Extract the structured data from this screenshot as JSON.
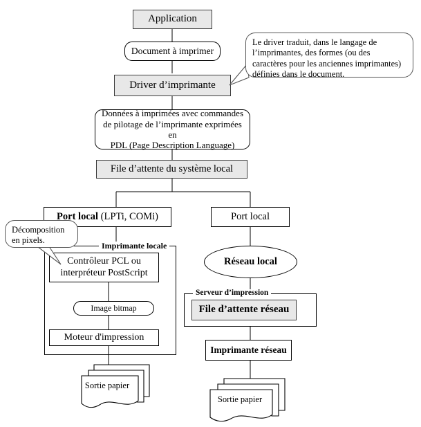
{
  "diagram": {
    "title": "Chaine d'impression locale et reseau",
    "colors": {
      "shaded_fill": "#e8e8e8",
      "line": "#000000",
      "box_fill": "#ffffff"
    }
  },
  "nodes": {
    "application": {
      "label": "Application"
    },
    "document": {
      "label": "Document à imprimer"
    },
    "driver": {
      "label": "Driver d’imprimante"
    },
    "pdl": {
      "line1": "Données à imprimées avec commandes",
      "line2": "de pilotage de l’imprimante exprimées en",
      "line3": "PDL (Page Description Language)"
    },
    "local_queue": {
      "label": "File d’attente du système local"
    },
    "port_local_left": {
      "bold_label": "Port local",
      "plain_label": " (LPTi, COMi)"
    },
    "port_local_right": {
      "label": "Port local"
    },
    "reseau_local": {
      "label": "Réseau local"
    },
    "controller": {
      "line1": "Contrôleur PCL ou",
      "line2": "interpréteur PostScript"
    },
    "bitmap": {
      "label": "Image bitmap"
    },
    "engine": {
      "label": "Moteur d'impression"
    },
    "network_queue": {
      "label": "File d’attente réseau"
    },
    "network_printer": {
      "label": "Imprimante réseau"
    },
    "output_left": {
      "line1": "Sortie",
      "line2": "papier"
    },
    "output_right": {
      "line1": "Sortie",
      "line2": "papier"
    }
  },
  "groups": {
    "local_printer": {
      "label": "Imprimante locale"
    },
    "print_server": {
      "label": "Serveur d’impression"
    }
  },
  "callouts": {
    "driver_note": {
      "line1": "Le driver traduit, dans le langage de",
      "line2": "l’imprimantes, des formes (ou des",
      "line3": "caractères pour les anciennes",
      "line4": "imprimantes) définies dans le document."
    },
    "pixel_note": {
      "line1": "Décomposition",
      "line2": "en pixels."
    }
  }
}
